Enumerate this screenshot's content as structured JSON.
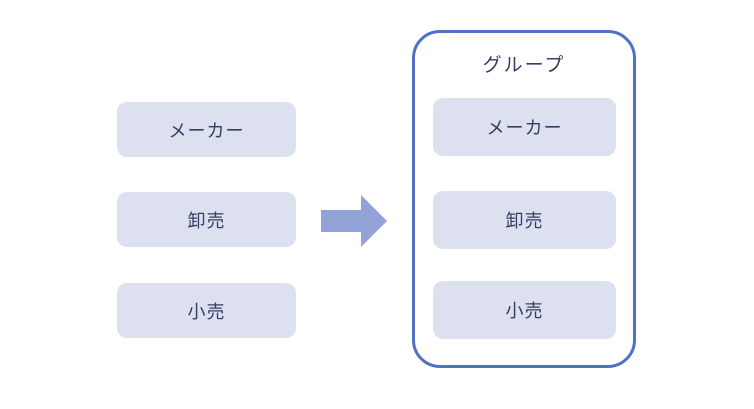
{
  "diagram": {
    "title": "",
    "left_column": {
      "boxes": [
        {
          "label": "メーカー"
        },
        {
          "label": "卸売"
        },
        {
          "label": "小売"
        }
      ]
    },
    "arrow": {
      "direction": "right",
      "color": "#93a2d7"
    },
    "group": {
      "title": "グループ",
      "border_color": "#4f71c4",
      "boxes": [
        {
          "label": "メーカー"
        },
        {
          "label": "卸売"
        },
        {
          "label": "小売"
        }
      ]
    },
    "colors": {
      "background": "#ffffff",
      "box_fill": "#dce0ef",
      "text": "#333f63"
    }
  }
}
